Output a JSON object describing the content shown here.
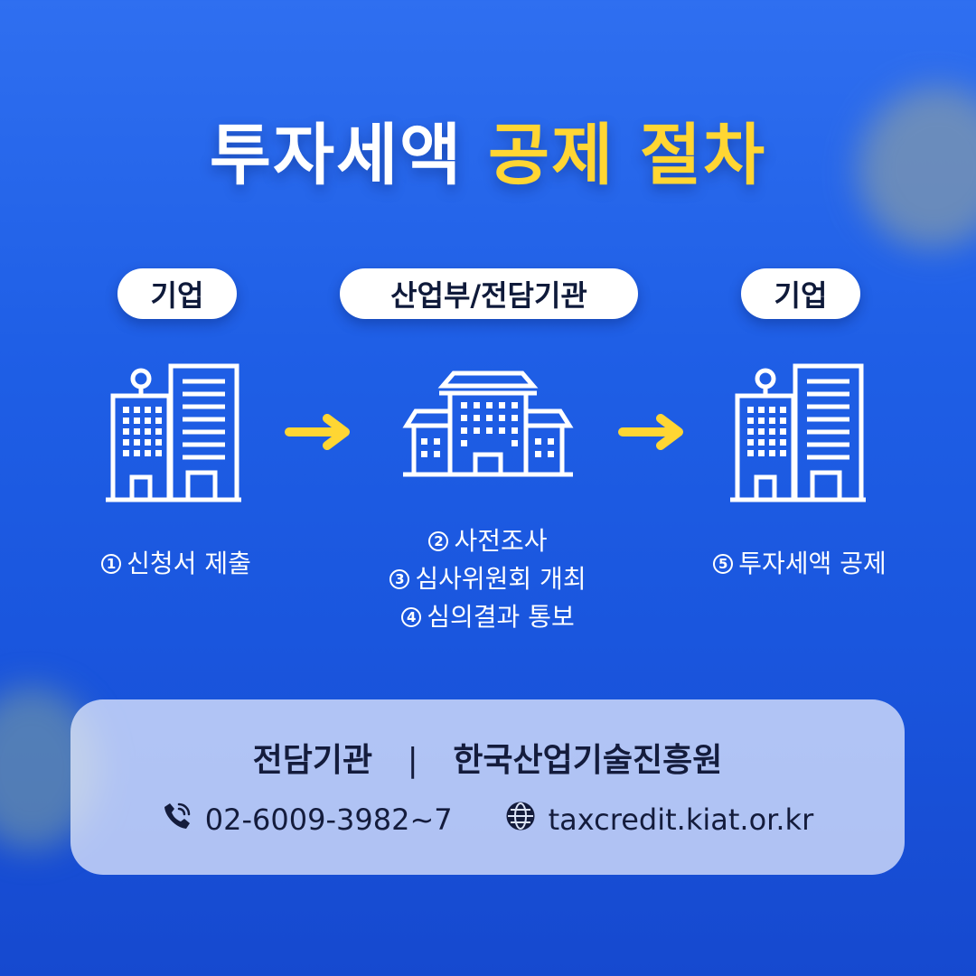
{
  "title": {
    "part1": "투자세액",
    "part2": "공제 절차",
    "highlight_color": "#ffd633"
  },
  "stages": [
    {
      "label": "기업",
      "icon": "office-building-icon"
    },
    {
      "label": "산업부/전담기관",
      "icon": "government-building-icon"
    },
    {
      "label": "기업",
      "icon": "office-building-icon"
    }
  ],
  "steps": {
    "left": [
      {
        "num": "1",
        "text": "신청서 제출"
      }
    ],
    "middle": [
      {
        "num": "2",
        "text": "사전조사"
      },
      {
        "num": "3",
        "text": "심사위원회 개최"
      },
      {
        "num": "4",
        "text": "심의결과 통보"
      }
    ],
    "right": [
      {
        "num": "5",
        "text": "투자세액 공제"
      }
    ]
  },
  "contact": {
    "label": "전담기관",
    "separator": "|",
    "org": "한국산업기술진흥원",
    "phone": "02-6009-3982~7",
    "website": "taxcredit.kiat.or.kr"
  },
  "colors": {
    "background": "#1f5fe6",
    "arrow": "#ffd633",
    "text_dark": "#141c3c"
  }
}
